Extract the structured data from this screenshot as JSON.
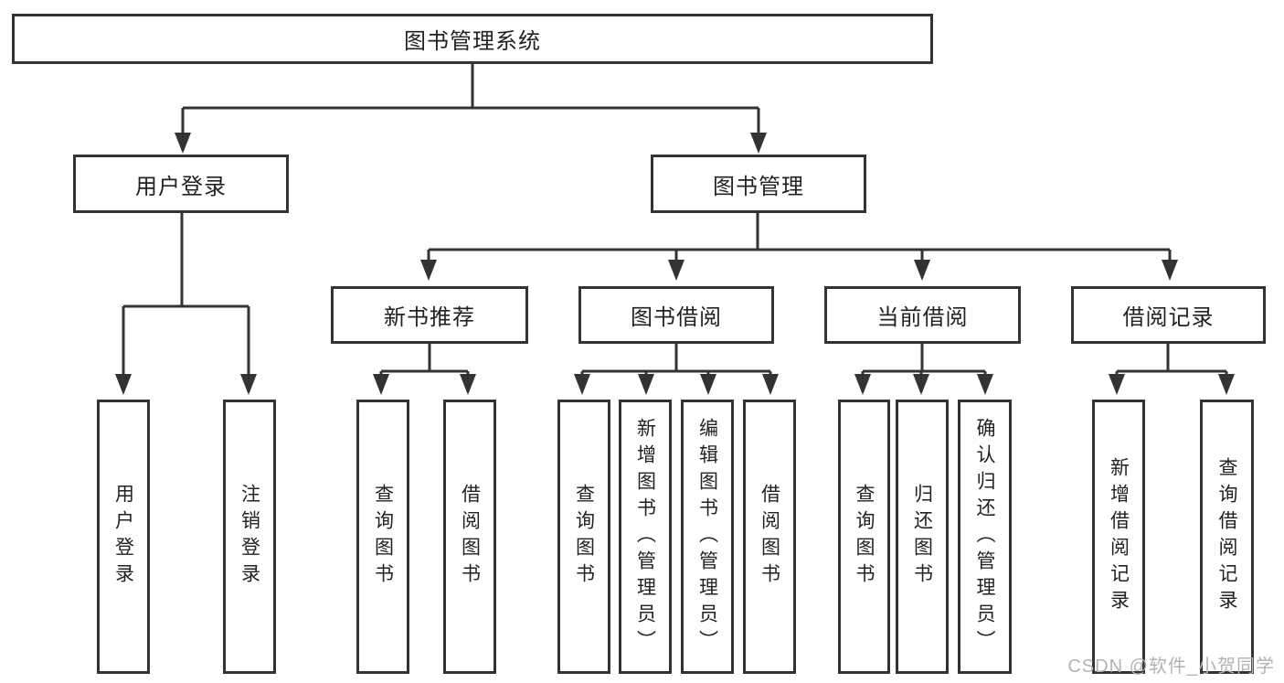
{
  "tree": {
    "root": {
      "label": "图书管理系统"
    },
    "branches": [
      {
        "label": "用户登录",
        "children": [
          {
            "label": "用户登录"
          },
          {
            "label": "注销登录"
          }
        ]
      },
      {
        "label": "图书管理",
        "children": [
          {
            "label": "新书推荐",
            "children": [
              {
                "label": "查询图书"
              },
              {
                "label": "借阅图书"
              }
            ]
          },
          {
            "label": "图书借阅",
            "children": [
              {
                "label": "查询图书"
              },
              {
                "label": "新增图书（管理员）"
              },
              {
                "label": "编辑图书（管理员）"
              },
              {
                "label": "借阅图书"
              }
            ]
          },
          {
            "label": "当前借阅",
            "children": [
              {
                "label": "查询图书"
              },
              {
                "label": "归还图书"
              },
              {
                "label": "确认归还（管理员）"
              }
            ]
          },
          {
            "label": "借阅记录",
            "children": [
              {
                "label": "新增借阅记录"
              },
              {
                "label": "查询借阅记录"
              }
            ]
          }
        ]
      }
    ]
  },
  "watermark": {
    "text": "CSDN @软件_小贺同学"
  },
  "colors": {
    "line": "#333333",
    "text": "#222222",
    "watermark": "#b3b3b3",
    "background": "#ffffff"
  }
}
